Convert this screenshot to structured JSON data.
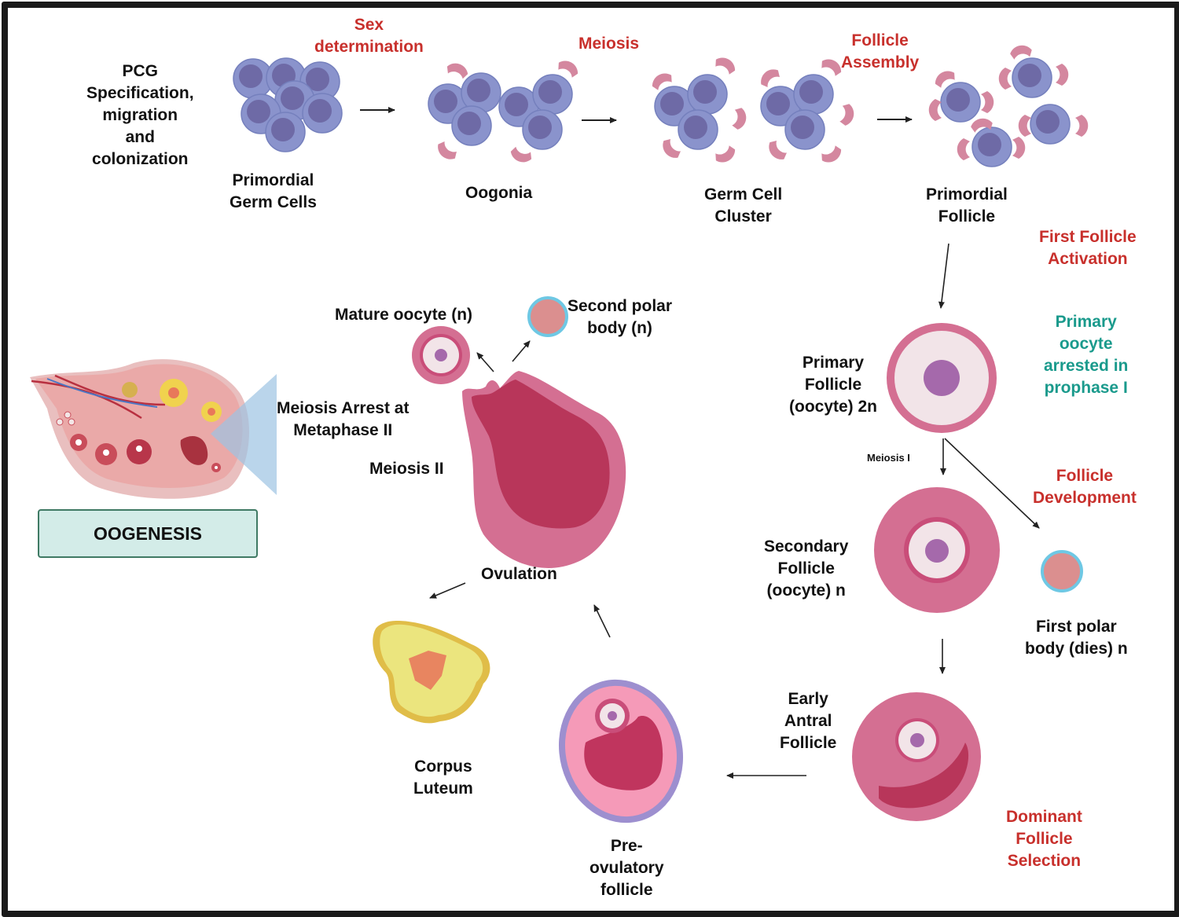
{
  "title_box": {
    "label": "OOGENESIS"
  },
  "stages": {
    "pcg": "PCG\nSpecification,\nmigration\nand\ncolonization",
    "primordial_germ_cells": "Primordial\nGerm Cells",
    "oogonia": "Oogonia",
    "germ_cell_cluster": "Germ Cell\nCluster",
    "primordial_follicle": "Primordial\nFollicle",
    "primary_follicle": "Primary\nFollicle\n(oocyte) 2n",
    "secondary_follicle": "Secondary\nFollicle\n(oocyte) n",
    "first_polar_body": "First polar\nbody (dies) n",
    "early_antral_follicle": "Early\nAntral\nFollicle",
    "preovulatory_follicle": "Pre-\novulatory\nfollicle",
    "corpus_luteum": "Corpus\nLuteum",
    "ovulation": "Ovulation",
    "mature_oocyte": "Mature oocyte (n)",
    "second_polar_body": "Second polar\nbody (n)",
    "meiosis_arrest": "Meiosis Arrest at\nMetaphase II",
    "meiosis_ii": "Meiosis II",
    "meiosis_i": "Meiosis I"
  },
  "processes": {
    "sex_determination": "Sex\ndetermination",
    "meiosis": "Meiosis",
    "follicle_assembly": "Follicle\nAssembly",
    "first_follicle_activation": "First Follicle\nActivation",
    "follicle_development": "Follicle\nDevelopment",
    "dominant_follicle_selection": "Dominant\nFollicle\nSelection"
  },
  "notes": {
    "primary_oocyte_arrest": "Primary\noocyte\narrested in\nprophase I"
  },
  "colors": {
    "process_red": "#c8302c",
    "note_teal": "#1a9a8c",
    "germ_cell_blue": "#8a93cc",
    "nucleus_purple": "#6e6aa6",
    "granulosa_pink": "#d4879f",
    "follicle_pink": "#d46f92",
    "antrum_crimson": "#b8365a",
    "corpus_yellow": "#e8e27a",
    "polar_body_fill": "#db8f8f",
    "polar_body_ring": "#6ec8e4"
  }
}
